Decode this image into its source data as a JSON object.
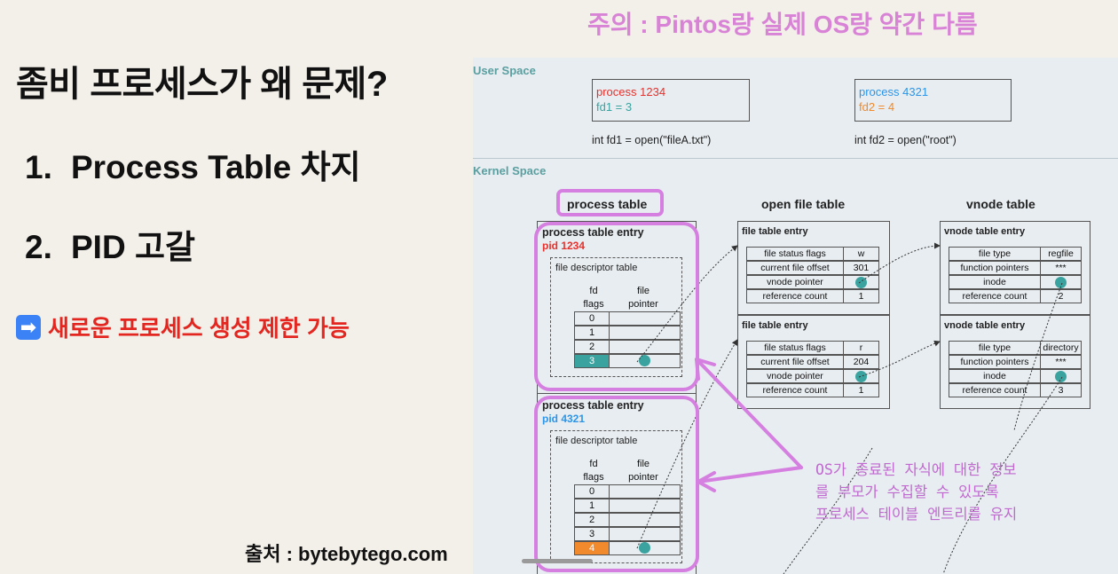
{
  "slide": {
    "title": "좀비 프로세스가 왜 문제?",
    "items": [
      {
        "num": "1.",
        "text": "Process Table 차지"
      },
      {
        "num": "2.",
        "text": "PID 고갈"
      }
    ],
    "note_icon": "➡",
    "note": "새로운 프로세스 생성 제한 가능",
    "source": "출처 : bytebytego.com",
    "warning": "주의 : Pintos랑 실제 OS랑 약간 다름"
  },
  "diagram": {
    "user_space_label": "User Space",
    "kernel_space_label": "Kernel Space",
    "proc_a": {
      "name": "process 1234",
      "fd": "fd1 = 3",
      "code": "int fd1 = open(\"fileA.txt\")"
    },
    "proc_b": {
      "name": "process 4321",
      "fd": "fd2 = 4",
      "code": "int fd2 = open(\"root\")"
    },
    "headers": {
      "process_table": "process table",
      "open_file_table": "open file table",
      "vnode_table": "vnode table"
    },
    "pt_entry_title": "process table entry",
    "pid_a": "pid 1234",
    "pid_b": "pid 4321",
    "fd_table_title": "file descriptor table",
    "fd_col_1": "fd\nflags",
    "fd_col_2": "file\npointer",
    "fd_rows_a": [
      "0",
      "1",
      "2",
      "3"
    ],
    "fd_rows_b": [
      "0",
      "1",
      "2",
      "3",
      "4"
    ],
    "file_entry_title": "file table entry",
    "file_entry_labels": [
      "file status flags",
      "current file offset",
      "vnode pointer",
      "reference count"
    ],
    "file_entry_a_values": [
      "w",
      "301",
      "",
      "1"
    ],
    "file_entry_b_values": [
      "r",
      "204",
      "",
      "1"
    ],
    "vnode_entry_title": "vnode table entry",
    "vnode_labels": [
      "file type",
      "function pointers",
      "inode",
      "reference count"
    ],
    "vnode_a_values": [
      "regfile",
      "***",
      "",
      "2"
    ],
    "vnode_b_values": [
      "directory",
      "***",
      "",
      "3"
    ],
    "annotation": "OS가 종료된 자식에 대한 정보\n를 부모가 수집할 수 있도록\n프로세스 테이블 엔트리를 유지",
    "colors": {
      "teal": "#3aa39f",
      "orange": "#f08a2c",
      "pink": "#d580e0",
      "pid_red": "#e5322d",
      "pid_blue": "#2d95e8"
    }
  }
}
